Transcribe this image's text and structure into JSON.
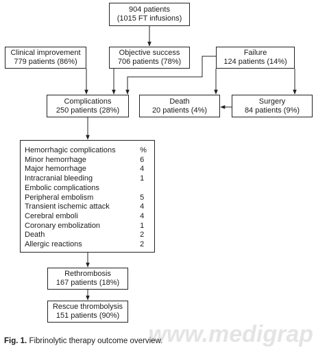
{
  "boxes": {
    "top": {
      "line1": "904 patients",
      "line2": "(1015 FT infusions)"
    },
    "clinical": {
      "line1": "Clinical improvement",
      "line2": "779 patients (86%)"
    },
    "objective": {
      "line1": "Objective success",
      "line2": "706 patients (78%)"
    },
    "failure": {
      "line1": "Failure",
      "line2": "124 patients (14%)"
    },
    "complications": {
      "line1": "Complications",
      "line2": "250 patients (28%)"
    },
    "death": {
      "line1": "Death",
      "line2": "20 patients (4%)"
    },
    "surgery": {
      "line1": "Surgery",
      "line2": "84 patients (9%)"
    },
    "rethrombosis": {
      "line1": "Rethrombosis",
      "line2": "167 patients (18%)"
    },
    "rescue": {
      "line1": "Rescue thrombolysis",
      "line2": "151 patients (90%)"
    }
  },
  "complication_list": [
    {
      "label": "Hemorrhagic complications",
      "value": "%"
    },
    {
      "label": "Minor hemorrhage",
      "value": "6"
    },
    {
      "label": "Major hemorrhage",
      "value": "4"
    },
    {
      "label": "Intracranial bleeding",
      "value": "1"
    },
    {
      "label": "Embolic complications",
      "value": ""
    },
    {
      "label": "Peripheral embolism",
      "value": "5"
    },
    {
      "label": "Transient ischemic attack",
      "value": "4"
    },
    {
      "label": "Cerebral emboli",
      "value": "4"
    },
    {
      "label": "Coronary embolization",
      "value": "1"
    },
    {
      "label": "Death",
      "value": "2"
    },
    {
      "label": "Allergic reactions",
      "value": "2"
    }
  ],
  "caption": {
    "label": "Fig. 1.",
    "text": "Fibrinolytic therapy outcome overview."
  },
  "watermark": "www.medigrap"
}
